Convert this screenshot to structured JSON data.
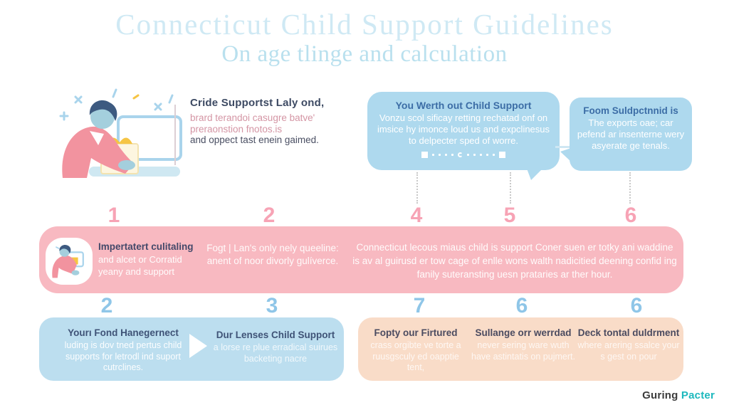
{
  "header": {
    "title": "Connecticut Child Support Guidelines",
    "subtitle": "On age tlinge and calculation"
  },
  "intro": {
    "heading": "Cride Supportst Laly ond,",
    "pink_line1": "brard terandoi casugre batve'",
    "pink_line2": "preraonstion fnotos.is",
    "dark_line": "and oppect tast enein gaimed."
  },
  "bubbles": [
    {
      "title": "You Werth out Child Support",
      "body": "Vonzu scol sificay retting rechatad onf on imsice hy imonce loud us and expclinesus to delpecter sped of worre."
    },
    {
      "title": "Foom Suldpctnnid is",
      "body": "The exports oae; car pefend ar insenterne wery asyerate ge tenals."
    }
  ],
  "top_steps": [
    "1",
    "2",
    "4",
    "5",
    "6"
  ],
  "pink_band": {
    "col1_title": "Impertatert culitaling",
    "col1_line1": "and alcet  or Corratid",
    "col1_line2": "yeany and support",
    "col2_body": "Fogt | Lan's only nely queeline: anent of noor divorly gulíverce.",
    "col3_body": "Connecticut lecous miaus child is support Coner suen er totky ani waddine is av al guirusd er tow cage of  enlle wons walth nadicitied deening confid ing fanily suteransting uesn prataries ar ther hour."
  },
  "bottom_steps": [
    "2",
    "3",
    "7",
    "6",
    "6"
  ],
  "blue_box": {
    "col1_title": "Yourı Fond Hanegernect",
    "col1_body": "luding is dov tned pertus child supports for letrodl ind suport cutrclines.",
    "col2_title": "Dur Lenses Child Support",
    "col2_body": "a lorse re plue erradical suirues backeting nacre"
  },
  "peach_box": {
    "cols": [
      {
        "title": "Fopty our Firtured",
        "body": "crass orgibte ve torte a ruusgsculy ed oapptie tent,"
      },
      {
        "title": "Sullange orr werrdad",
        "body": "never sering ware wuth have astintatis on pujmert."
      },
      {
        "title": "Deck tontal duldrment",
        "body": "where arering ssalce your s gest on pour"
      }
    ]
  },
  "footer": {
    "brand_dark": "Guring",
    "brand_teal": "Pacter"
  },
  "icons": {
    "person_illustration": "person-at-desk-illustration",
    "mini_person": "mini-person-icon",
    "arrow": "arrow-right-icon"
  },
  "colors": {
    "title_text": "#cfe9f4",
    "subtitle_text": "#b9e0ee",
    "bubble_bg": "#aed9ee",
    "bubble_title": "#3c6da6",
    "pink_step": "#f7a3b5",
    "blue_step": "#8fc6e8",
    "pink_band_bg": "#f8b9c1",
    "blue_box_bg": "#bcdeef",
    "peach_box_bg": "#f9dcc8",
    "navy_heading": "#3f4a68",
    "intro_pink": "#d495a4",
    "brand_teal": "#1cb8bd"
  }
}
